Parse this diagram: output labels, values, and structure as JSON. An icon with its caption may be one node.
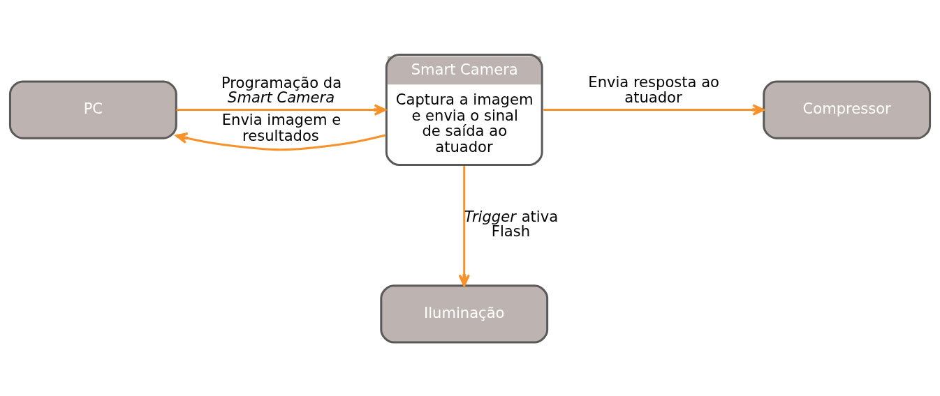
{
  "diagram": {
    "nodes": [
      {
        "text": [
          "PC"
        ]
      },
      {
        "text": [
          "Smart Camera",
          "Captura a imagem e envia o sinal de saída ao atuador"
        ]
      },
      {
        "text": [
          "Compressor"
        ]
      },
      {
        "text": [
          "Iluminação"
        ]
      }
    ],
    "edges": [
      {
        "from": 0,
        "to": 1,
        "arrow": "to",
        "label": "Programação da *Smart Camera*"
      },
      {
        "from": 1,
        "to": 0,
        "arrow": "to",
        "label": "Envia imagem e resultados"
      },
      {
        "from": 1,
        "to": 2,
        "arrow": "to",
        "label": "Envia resposta ao atuador"
      },
      {
        "from": 1,
        "to": 3,
        "arrow": "to",
        "label": "*Trigger* ativa Flash"
      }
    ]
  }
}
